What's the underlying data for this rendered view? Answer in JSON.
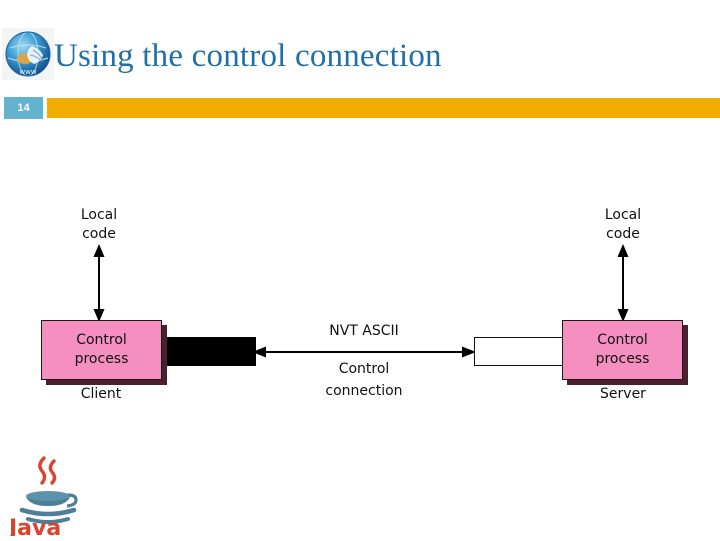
{
  "slide": {
    "title": "Using the control connection",
    "number": "14",
    "accent_color": "#f0ad00",
    "badge_color": "#64b3ce",
    "title_color": "#1f6fa8",
    "brand_icon": "globe-network-icon",
    "footer_logo_text": "Java"
  },
  "diagram": {
    "type": "network-flow",
    "process_color": "#f48fc0",
    "client": {
      "local_code_label": "Local\ncode",
      "local_code_line1": "Local",
      "local_code_line2": "code",
      "process_line1": "Control",
      "process_line2": "process",
      "endpoint_label": "Client",
      "port_fill": "#000000"
    },
    "server": {
      "local_code_line1": "Local",
      "local_code_line2": "code",
      "process_line1": "Control",
      "process_line2": "process",
      "endpoint_label": "Server",
      "port_fill": "#ffffff"
    },
    "connection": {
      "line1": "NVT ASCII",
      "line2": "Control",
      "line3": "connection",
      "arrow": "double-headed-horizontal"
    }
  }
}
